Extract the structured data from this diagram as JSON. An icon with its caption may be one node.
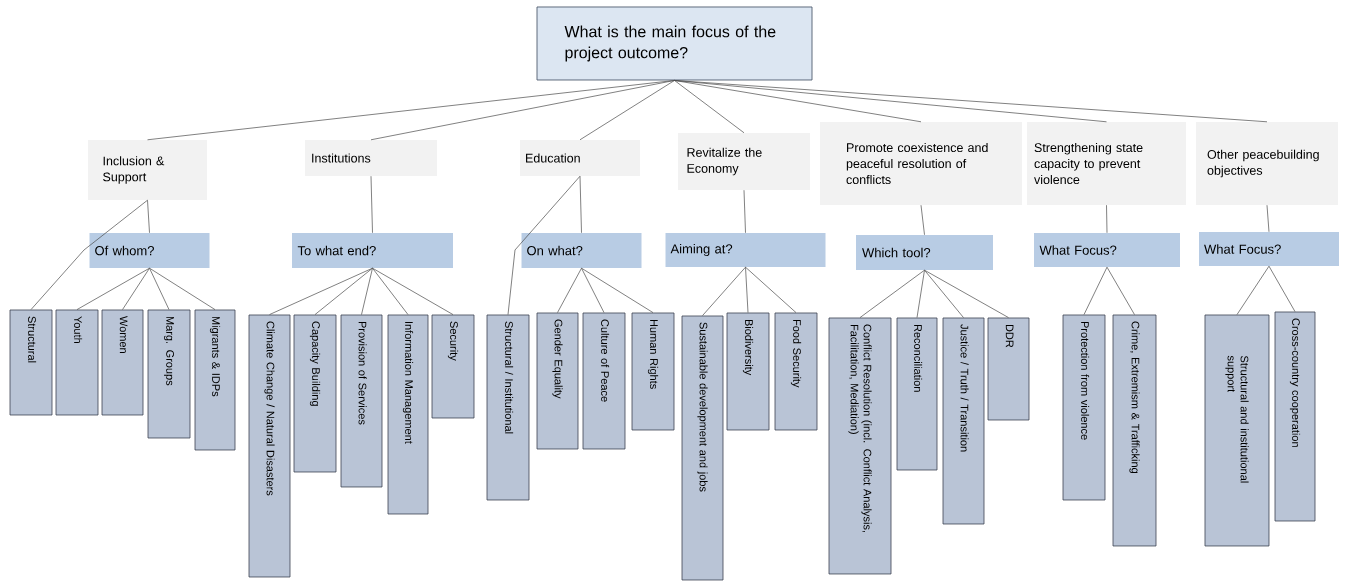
{
  "diagram": {
    "nodes": [
      {
        "text": [
          "What is the main focus of the project outcome?"
        ]
      },
      {
        "text": [
          "Inclusion & Support"
        ]
      },
      {
        "text": [
          "Institutions"
        ]
      },
      {
        "text": [
          "Education"
        ]
      },
      {
        "text": [
          "Revitalize the Economy"
        ]
      },
      {
        "text": [
          "Promote coexistence and peaceful resolution of conflicts"
        ]
      },
      {
        "text": [
          "Strengthening state capacity to prevent violence"
        ]
      },
      {
        "text": [
          "Other peacebuilding objectives"
        ]
      },
      {
        "text": [
          "Of whom?"
        ]
      },
      {
        "text": [
          "To what end?"
        ]
      },
      {
        "text": [
          "On what?"
        ]
      },
      {
        "text": [
          "Aiming at?"
        ]
      },
      {
        "text": [
          "Which tool?"
        ]
      },
      {
        "text": [
          "What Focus?"
        ]
      },
      {
        "text": [
          "What Focus?"
        ]
      },
      {
        "text": [
          "Structural"
        ]
      },
      {
        "text": [
          "Youth"
        ]
      },
      {
        "text": [
          "Women"
        ]
      },
      {
        "text": [
          "Marg. Groups"
        ]
      },
      {
        "text": [
          "Migrants & IDPs"
        ]
      },
      {
        "text": [
          "Climate Change / Natural Disasters"
        ]
      },
      {
        "text": [
          "Capacity Building"
        ]
      },
      {
        "text": [
          "Provision of Services"
        ]
      },
      {
        "text": [
          "Information Management"
        ]
      },
      {
        "text": [
          "Security"
        ]
      },
      {
        "text": [
          "Structural / Institutional"
        ]
      },
      {
        "text": [
          "Gender Equality"
        ]
      },
      {
        "text": [
          "Culture of Peace"
        ]
      },
      {
        "text": [
          "Human Rights"
        ]
      },
      {
        "text": [
          "Sustainable development and jobs"
        ]
      },
      {
        "text": [
          "Biodiversity"
        ]
      },
      {
        "text": [
          "Food Security"
        ]
      },
      {
        "text": [
          "Conflict Resolution (incl. Conflict Analysis, Facilitation, Mediation)"
        ]
      },
      {
        "text": [
          "Reconciliation"
        ]
      },
      {
        "text": [
          "Justice / Truth / Transition"
        ]
      },
      {
        "text": [
          "DDR"
        ]
      },
      {
        "text": [
          "Protection from violence"
        ]
      },
      {
        "text": [
          "Crime, Extremism & Trafficking"
        ]
      },
      {
        "text": [
          "Structural and institutional support"
        ]
      },
      {
        "text": [
          "Cross-country cooperation"
        ]
      }
    ],
    "edges": [
      {
        "from": 0,
        "to": 1,
        "arrow": "none"
      },
      {
        "from": 0,
        "to": 2,
        "arrow": "none"
      },
      {
        "from": 0,
        "to": 3,
        "arrow": "none"
      },
      {
        "from": 0,
        "to": 4,
        "arrow": "none"
      },
      {
        "from": 0,
        "to": 5,
        "arrow": "none"
      },
      {
        "from": 0,
        "to": 6,
        "arrow": "none"
      },
      {
        "from": 0,
        "to": 7,
        "arrow": "none"
      },
      {
        "from": 1,
        "to": 8,
        "arrow": "none"
      },
      {
        "from": 2,
        "to": 9,
        "arrow": "none"
      },
      {
        "from": 3,
        "to": 10,
        "arrow": "none"
      },
      {
        "from": 4,
        "to": 11,
        "arrow": "none"
      },
      {
        "from": 5,
        "to": 12,
        "arrow": "none"
      },
      {
        "from": 6,
        "to": 13,
        "arrow": "none"
      },
      {
        "from": 7,
        "to": 14,
        "arrow": "none"
      },
      {
        "from": 1,
        "to": 15,
        "arrow": "none"
      },
      {
        "from": 8,
        "to": 16,
        "arrow": "none"
      },
      {
        "from": 8,
        "to": 17,
        "arrow": "none"
      },
      {
        "from": 8,
        "to": 18,
        "arrow": "none"
      },
      {
        "from": 8,
        "to": 19,
        "arrow": "none"
      },
      {
        "from": 9,
        "to": 20,
        "arrow": "none"
      },
      {
        "from": 9,
        "to": 21,
        "arrow": "none"
      },
      {
        "from": 9,
        "to": 22,
        "arrow": "none"
      },
      {
        "from": 9,
        "to": 23,
        "arrow": "none"
      },
      {
        "from": 9,
        "to": 24,
        "arrow": "none"
      },
      {
        "from": 3,
        "to": 25,
        "arrow": "none"
      },
      {
        "from": 10,
        "to": 26,
        "arrow": "none"
      },
      {
        "from": 10,
        "to": 27,
        "arrow": "none"
      },
      {
        "from": 10,
        "to": 28,
        "arrow": "none"
      },
      {
        "from": 11,
        "to": 29,
        "arrow": "none"
      },
      {
        "from": 11,
        "to": 30,
        "arrow": "none"
      },
      {
        "from": 11,
        "to": 31,
        "arrow": "none"
      },
      {
        "from": 12,
        "to": 32,
        "arrow": "none"
      },
      {
        "from": 12,
        "to": 33,
        "arrow": "none"
      },
      {
        "from": 12,
        "to": 34,
        "arrow": "none"
      },
      {
        "from": 12,
        "to": 35,
        "arrow": "none"
      },
      {
        "from": 13,
        "to": 36,
        "arrow": "none"
      },
      {
        "from": 13,
        "to": 37,
        "arrow": "none"
      },
      {
        "from": 14,
        "to": 38,
        "arrow": "none"
      },
      {
        "from": 14,
        "to": 39,
        "arrow": "none"
      }
    ]
  }
}
